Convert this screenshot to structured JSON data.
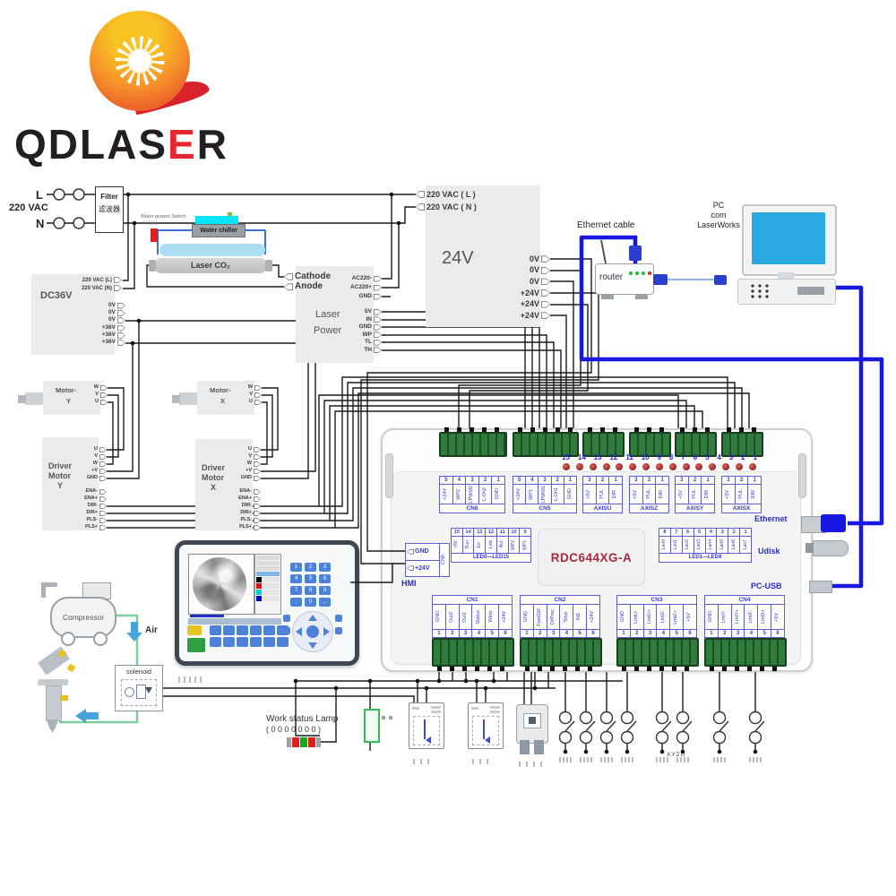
{
  "logo": {
    "letters": [
      {
        "ch": "Q",
        "color": "#231f20"
      },
      {
        "ch": "D",
        "color": "#231f20"
      },
      {
        "ch": "L",
        "color": "#231f20"
      },
      {
        "ch": "A",
        "color": "#231f20"
      },
      {
        "ch": "S",
        "color": "#231f20"
      },
      {
        "ch": "E",
        "color": "#e8262d"
      },
      {
        "ch": "R",
        "color": "#231f20"
      }
    ]
  },
  "mains": {
    "line": "L",
    "neutral": "N",
    "voltage": "220 VAC",
    "filter": "Filter",
    "filter_cn": "滤波器"
  },
  "water": {
    "protect_switch": "Water protect Switch",
    "protect_ticks": "( | | | | )",
    "chiller": "Water chiller",
    "tube": "Laser CO₂"
  },
  "psu24": {
    "title": "24V",
    "inputs": [
      "220 VAC ( L )",
      "220 VAC ( N )"
    ],
    "outputs": [
      "0V",
      "0V",
      "0V",
      "+24V",
      "+24V",
      "+24V"
    ]
  },
  "psu36": {
    "title": "DC36V",
    "inputs": [
      "220 VAC (L)",
      "220 VAC (N)"
    ],
    "outputs": [
      "0V",
      "0V",
      "0V",
      "+36V",
      "+36V",
      "+36V"
    ]
  },
  "laser_power": {
    "title_l1": "Laser",
    "title_l2": "Power",
    "electrodes": [
      "Cathode",
      "Anode"
    ],
    "ac_pins": [
      "AC220-",
      "AC220+",
      "GND"
    ],
    "ctrl_pins": [
      "5V",
      "IN",
      "GND",
      "WP",
      "TL",
      "TH"
    ]
  },
  "motor_y": {
    "title": "Motor-",
    "axis": "Y",
    "pins": [
      "W",
      "V",
      "U"
    ]
  },
  "motor_x": {
    "title": "Motor-",
    "axis": "X",
    "pins": [
      "W",
      "V",
      "U"
    ]
  },
  "driver_y": {
    "t1": "Driver",
    "t2": "Motor",
    "axis": "Y",
    "power_pins": [
      "U",
      "V",
      "W",
      "+V",
      "GND"
    ],
    "ctrl_pins": [
      "ENA-",
      "ENA+",
      "DIR-",
      "DIR+",
      "PLS-",
      "PLS+"
    ]
  },
  "driver_x": {
    "t1": "Driver",
    "t2": "Motor",
    "axis": "X",
    "power_pins": [
      "U",
      "V",
      "W",
      "+V",
      "GND"
    ],
    "ctrl_pins": [
      "ENA-",
      "ENA+",
      "DIR-",
      "DIR+",
      "PLS-",
      "PLS+"
    ]
  },
  "network": {
    "cable": "Ethernet cable",
    "router": "router",
    "pc": [
      "PC",
      "com",
      "LaserWorks"
    ]
  },
  "board": {
    "model": "RDC644XG-A",
    "pin_numbers": [
      "15",
      "14",
      "13",
      "12",
      "11",
      "10",
      "9",
      "8",
      "7",
      "6",
      "5",
      "4",
      "3",
      "2",
      "1"
    ],
    "cn6": {
      "name": "CN6",
      "nums": [
        "5",
        "4",
        "3",
        "2",
        "1"
      ],
      "pins": [
        "+24V",
        "WP2",
        "LPWM2",
        "L-On2",
        "GND"
      ]
    },
    "cn5": {
      "name": "CN5",
      "nums": [
        "5",
        "4",
        "3",
        "2",
        "1"
      ],
      "pins": [
        "+24V",
        "WP1",
        "LPWM1",
        "L-On1",
        "GND"
      ]
    },
    "axisu": {
      "name": "AXISU",
      "nums": [
        "3",
        "2",
        "1"
      ],
      "pins": [
        "+5V",
        "PUL",
        "DIR"
      ]
    },
    "axisz": {
      "name": "AXISZ",
      "nums": [
        "3",
        "2",
        "1"
      ],
      "pins": [
        "+5V",
        "PUL",
        "DIR"
      ]
    },
    "axisy": {
      "name": "AXISY",
      "nums": [
        "3",
        "2",
        "1"
      ],
      "pins": [
        "+5V",
        "PUL",
        "DIR"
      ]
    },
    "axisx": {
      "name": "AXISX",
      "nums": [
        "3",
        "2",
        "1"
      ],
      "pins": [
        "+5V",
        "PUL",
        "DIR"
      ]
    },
    "cn0": {
      "name": "CN0",
      "pins": [
        "GND",
        "+24V"
      ]
    },
    "hmi": "HMI",
    "led_left": {
      "nums": [
        "15",
        "14",
        "13",
        "12",
        "11",
        "10",
        "9"
      ],
      "pins": [
        "+5V",
        "Run",
        "Err",
        "Link",
        "Act",
        "WP2",
        "WP1"
      ],
      "caption": "LED0—LED15"
    },
    "led_right": {
      "nums": [
        "8",
        "7",
        "6",
        "5",
        "4",
        "3",
        "2",
        "1"
      ],
      "pins": [
        "Lan0",
        "Lan1",
        "Lan2",
        "Lan3",
        "Lan4",
        "Lan5",
        "Lan6",
        "Lan7"
      ],
      "caption": "LED1—LED8"
    },
    "ethernet": "Ethernet",
    "udisk": "Udisk",
    "pcusb": "PC-USB",
    "cn1": {
      "name": "CN1",
      "pins": [
        "GND",
        "Out2",
        "Out1",
        "Status",
        "Wind",
        "+24V"
      ],
      "nums": [
        "1",
        "2",
        "3",
        "4",
        "5",
        "6"
      ]
    },
    "cn2": {
      "name": "CN2",
      "pins": [
        "GND",
        "FootSW",
        "DrProc",
        "Shot",
        "IN1",
        "+24V"
      ],
      "nums": [
        "1",
        "2",
        "3",
        "4",
        "5",
        "6"
      ]
    },
    "cn3": {
      "name": "CN3",
      "pins": [
        "GND",
        "LmtU-",
        "LmtU+",
        "LmtZ-",
        "LmtZ+",
        "+5V"
      ],
      "nums": [
        "1",
        "2",
        "3",
        "4",
        "5",
        "6"
      ]
    },
    "cn4": {
      "name": "CN4",
      "pins": [
        "GND",
        "LmtY-",
        "LmtY+",
        "LmtX-",
        "LmtX+",
        "+5V"
      ],
      "nums": [
        "1",
        "2",
        "3",
        "4",
        "5",
        "6"
      ]
    }
  },
  "air": {
    "compressor": "Compressor",
    "flow": "Air",
    "solenoid": "solenoid"
  },
  "lamp": {
    "label": "Work status Lamp",
    "sub": "( 0 0 0 0 0 0 0 )"
  },
  "switches_caption": "XYZU",
  "hmi_keys": [
    "1",
    "2",
    "3",
    "4",
    "5",
    "6",
    "7",
    "8",
    "9",
    ".",
    "0",
    "←"
  ]
}
